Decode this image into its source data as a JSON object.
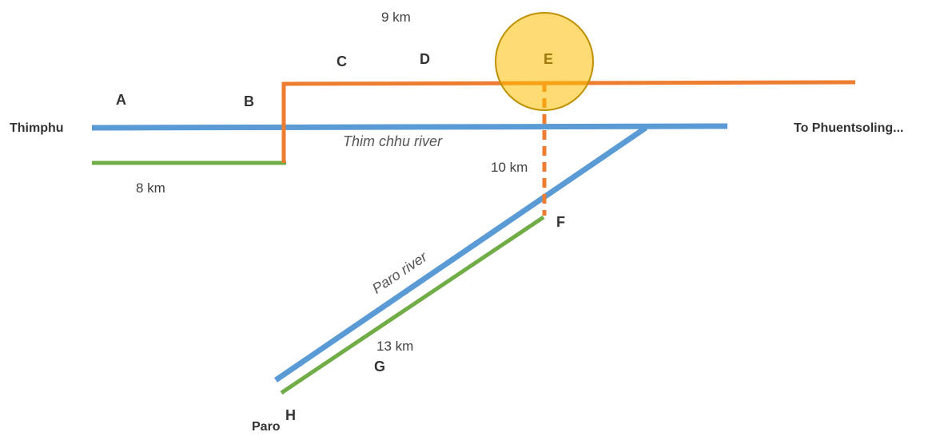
{
  "diagram": {
    "places": {
      "start": "Thimphu",
      "end": "To Phuentsoling...",
      "paro": "Paro"
    },
    "points": {
      "a": "A",
      "b": "B",
      "c": "C",
      "d": "D",
      "e": "E",
      "f": "F",
      "g": "G",
      "h": "H"
    },
    "distances": {
      "a_b": "8 km",
      "c_d": "9 km",
      "e_f": "10 km",
      "g_h": "13 km"
    },
    "rivers": {
      "thimphu": "Thim chhu river",
      "paro": "Paro river"
    },
    "colors": {
      "river": "#5b9bd5",
      "road_orange": "#ed7d31",
      "road_green": "#70ad47",
      "highlight": "#ffc000"
    }
  }
}
